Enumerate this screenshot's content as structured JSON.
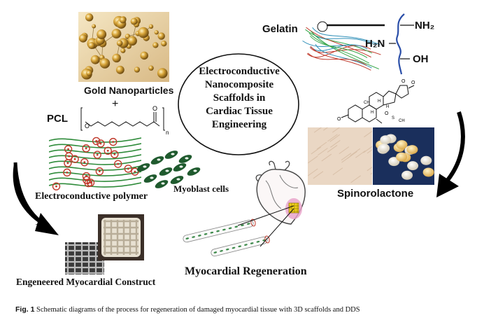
{
  "labels": {
    "gold_nanoparticles": "Gold Nanoparticles",
    "plus": "+",
    "pcl": "PCL",
    "subscript_n": "n",
    "carbonyl_o": "O",
    "ester_o": "O",
    "electroconductive_polymer": "Electroconductive polymer",
    "myoblast_cells": "Myoblast cells",
    "engineered_construct": "Engeneered Myocardial Construct",
    "myocardial_regeneration": "Myocardial Regeneration",
    "gelatin": "Gelatin",
    "nh2": "NH₂",
    "h2n": "H₂N",
    "oh": "OH",
    "spinorolactone": "Spinorolactone",
    "steroid_o1": "O",
    "steroid_o2": "O",
    "steroid_o3": "O",
    "steroid_o4": "O",
    "ch3_a": "CH",
    "h_1": "H",
    "h_2": "H",
    "h_3": "H",
    "sch3": "S",
    "ch3_b": "CH"
  },
  "center": {
    "lines": [
      "Electroconductive",
      "Nanocomposite",
      "Scaffolds in",
      "Cardiac Tissue",
      "Engineering"
    ]
  },
  "caption": {
    "label": "Fig. 1",
    "text": "Schematic diagrams of the process for regeneration of damaged myocardial tissue with 3D scaffolds and DDS"
  },
  "colors": {
    "gold": "#b98a24",
    "arrow": "#000000",
    "polymer_green": "#2e8b3a",
    "polymer_red": "#c0392b",
    "cell_green": "#1f5a2e",
    "heart_pink": "#e8a0c8"
  }
}
